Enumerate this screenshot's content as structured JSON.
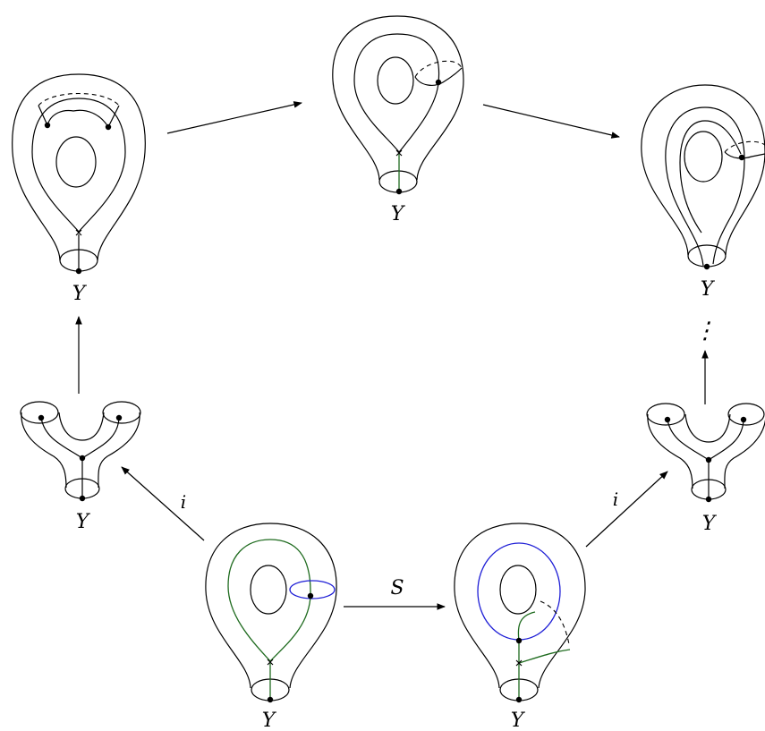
{
  "labels": {
    "y": "Y",
    "arrow_s": "S",
    "arrow_i_left": "i",
    "arrow_i_right": "i",
    "vdots": "⋮"
  },
  "colors": {
    "ink": "#000000",
    "green_curve": "#1f6b1f",
    "blue_curve": "#1f1fd6"
  }
}
